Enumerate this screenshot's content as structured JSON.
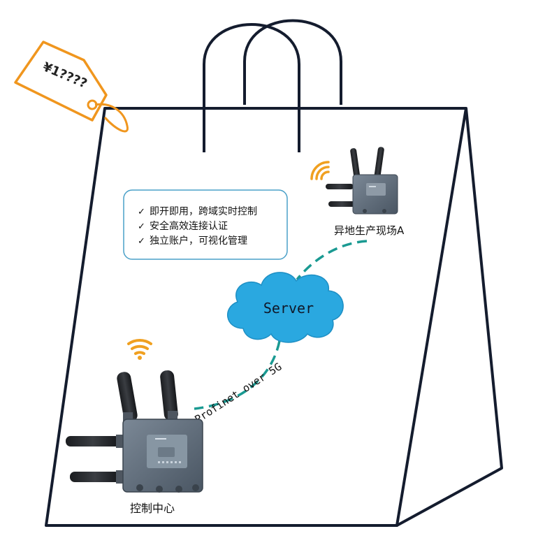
{
  "price_tag": {
    "text": "¥1????"
  },
  "features": {
    "items": [
      "即开即用，跨域实时控制",
      "安全高效连接认证",
      "独立账户，可视化管理"
    ]
  },
  "nodes": {
    "server_label": "Server",
    "remote_site_label": "异地生产现场A",
    "control_center_label": "控制中心"
  },
  "link_label": "Profinet over 5G",
  "colors": {
    "outline": "#141c2e",
    "tag": "#f0961e",
    "cloud": "#2aa8e0",
    "dash": "#1a9a92",
    "wifi": "#f0a020",
    "callout_border": "#4aa0c8",
    "device": "#5e6b78"
  },
  "icons": [
    "price-tag-icon",
    "cloud-icon",
    "router-icon",
    "wifi-icon",
    "check-icon"
  ]
}
